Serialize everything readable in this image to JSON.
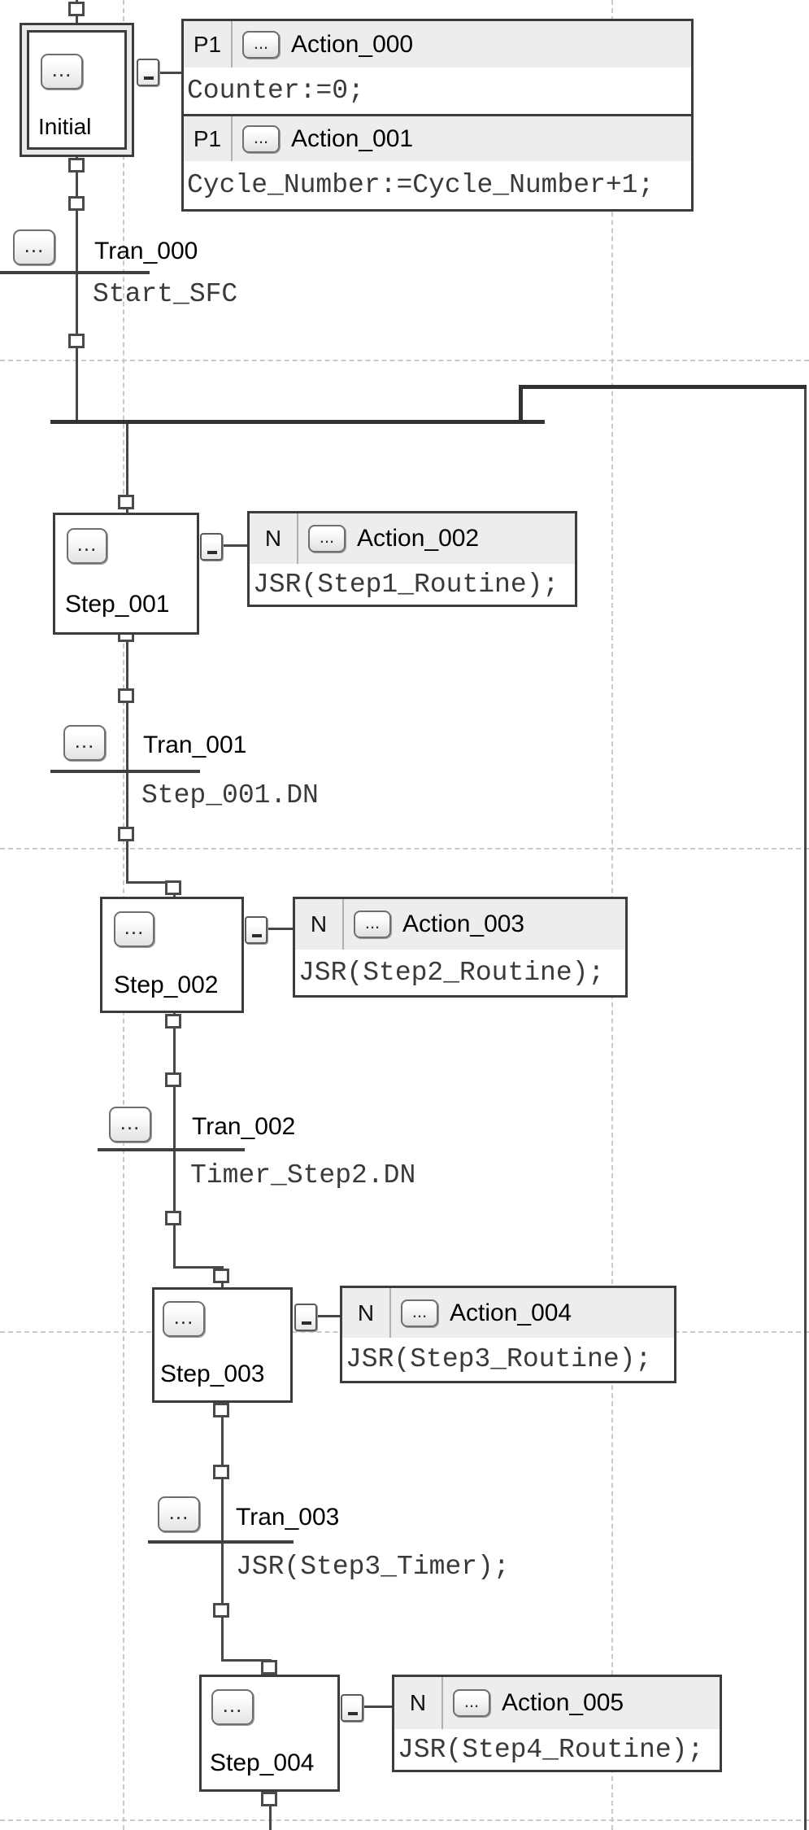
{
  "sfc": {
    "ellipsis": "...",
    "minus_label": "-",
    "initial": {
      "label": "Initial"
    },
    "steps": [
      {
        "label": "Step_001"
      },
      {
        "label": "Step_002"
      },
      {
        "label": "Step_003"
      },
      {
        "label": "Step_004"
      }
    ],
    "transitions": [
      {
        "label": "Tran_000",
        "condition": "Start_SFC"
      },
      {
        "label": "Tran_001",
        "condition": "Step_001.DN"
      },
      {
        "label": "Tran_002",
        "condition": "Timer_Step2.DN"
      },
      {
        "label": "Tran_003",
        "condition": "JSR(Step3_Timer);"
      }
    ],
    "actions": [
      {
        "qualifier": "P1",
        "label": "Action_000",
        "body": "Counter:=0;"
      },
      {
        "qualifier": "P1",
        "label": "Action_001",
        "body": "Cycle_Number:=Cycle_Number+1;"
      },
      {
        "qualifier": "N",
        "label": "Action_002",
        "body": "JSR(Step1_Routine);"
      },
      {
        "qualifier": "N",
        "label": "Action_003",
        "body": "JSR(Step2_Routine);"
      },
      {
        "qualifier": "N",
        "label": "Action_004",
        "body": "JSR(Step3_Routine);"
      },
      {
        "qualifier": "N",
        "label": "Action_005",
        "body": "JSR(Step4_Routine);"
      }
    ],
    "colors": {
      "header_bg": "#ededed",
      "wire": "#474747",
      "grid_dash": "#c9c9c9"
    }
  }
}
